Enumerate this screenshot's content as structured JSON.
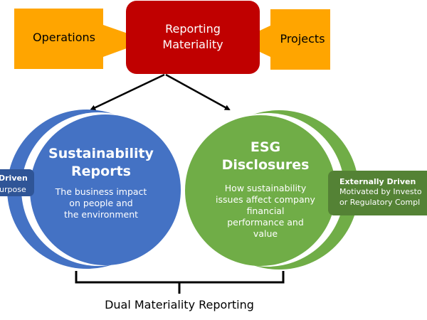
{
  "colors": {
    "orange": "#ffa500",
    "red": "#c00000",
    "blue": "#4472c4",
    "dark_blue": "#2f5597",
    "green": "#70ad47",
    "dark_green": "#548235"
  },
  "inputs": {
    "left": "Operations",
    "right": "Projects"
  },
  "center": {
    "line1": "Reporting",
    "line2": "Materiality"
  },
  "sustainability": {
    "title1": "Sustainability",
    "title2": "Reports",
    "desc": [
      "The business impact",
      "on people and",
      "the environment"
    ]
  },
  "esg": {
    "title1": "ESG",
    "title2": "Disclosures",
    "desc": [
      "How sustainability",
      "issues affect company",
      "financial",
      "performance and",
      "value"
    ]
  },
  "left_tag": {
    "title": "Driven",
    "sub": "urpose"
  },
  "right_tag": {
    "title": "Externally Driven",
    "line1": "Motivated by Investo",
    "line2": "or Regulatory Compl"
  },
  "footer": "Dual Materiality Reporting"
}
